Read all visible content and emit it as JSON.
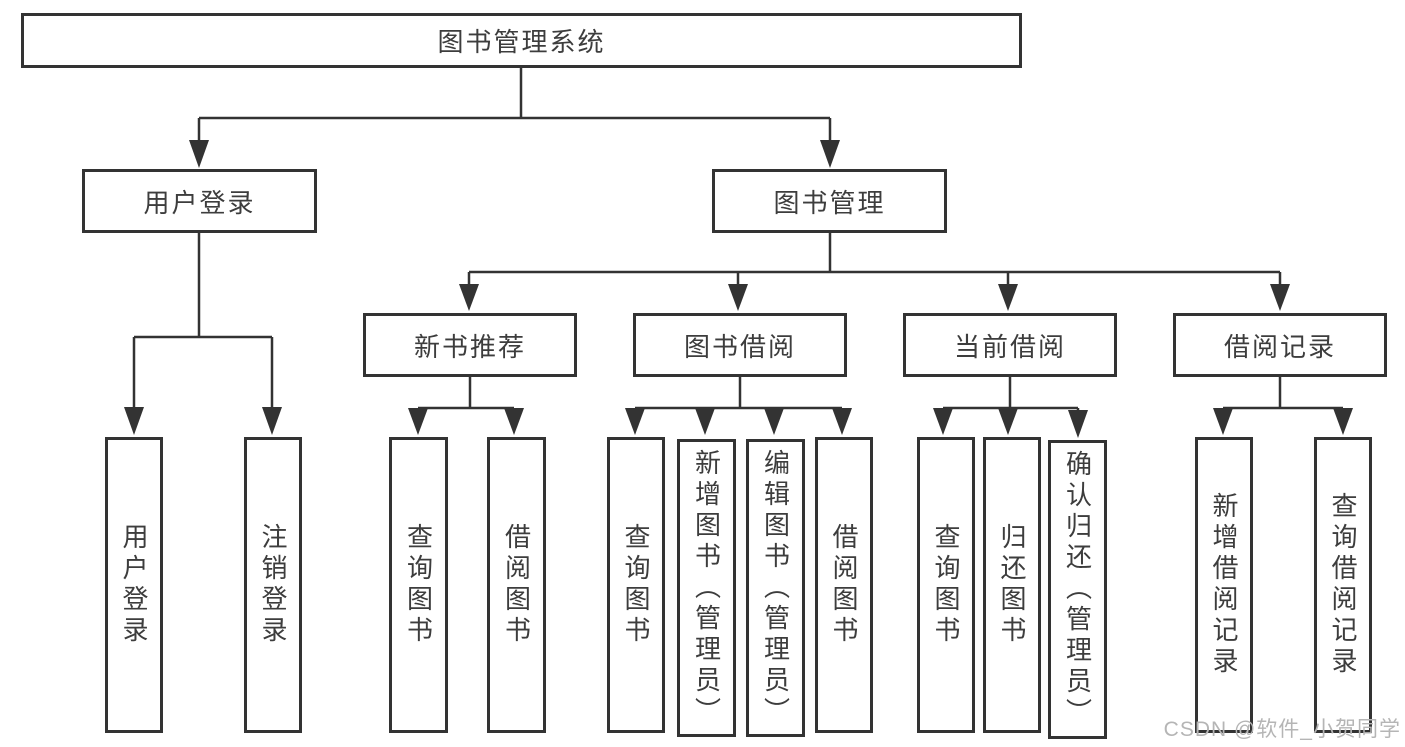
{
  "tree": {
    "label": "图书管理系统",
    "children": [
      {
        "label": "用户登录",
        "children": [
          {
            "label": "用户登录"
          },
          {
            "label": "注销登录"
          }
        ]
      },
      {
        "label": "图书管理",
        "children": [
          {
            "label": "新书推荐",
            "children": [
              {
                "label": "查询图书"
              },
              {
                "label": "借阅图书"
              }
            ]
          },
          {
            "label": "图书借阅",
            "children": [
              {
                "label": "查询图书"
              },
              {
                "label": "新增图书（管理员）"
              },
              {
                "label": "编辑图书（管理员）"
              },
              {
                "label": "借阅图书"
              }
            ]
          },
          {
            "label": "当前借阅",
            "children": [
              {
                "label": "查询图书"
              },
              {
                "label": "归还图书"
              },
              {
                "label": "确认归还（管理员）"
              }
            ]
          },
          {
            "label": "借阅记录",
            "children": [
              {
                "label": "新增借阅记录"
              },
              {
                "label": "查询借阅记录"
              }
            ]
          }
        ]
      }
    ]
  },
  "watermark": {
    "text": "CSDN @软件_小贺同学"
  },
  "colors": {
    "line": "#333333",
    "text": "#3d3d3d",
    "background": "#ffffff",
    "watermark": "#b5b5b5"
  }
}
